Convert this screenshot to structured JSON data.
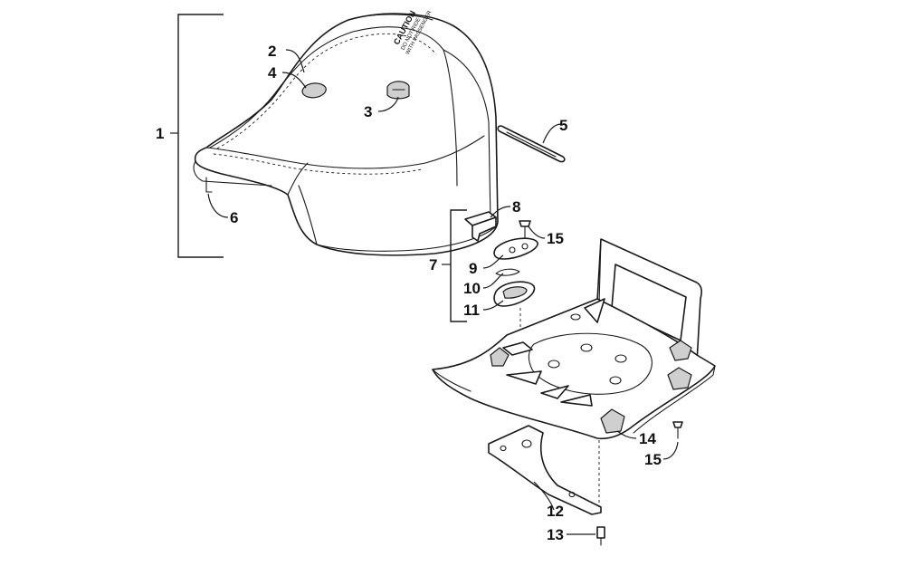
{
  "seat_decal": {
    "heading": "CAUTION",
    "line1": "DO NOT RIDE",
    "line2": "WITH PASSENGER"
  },
  "callouts": {
    "c1": "1",
    "c2": "2",
    "c3": "3",
    "c4": "4",
    "c5": "5",
    "c6": "6",
    "c7": "7",
    "c8": "8",
    "c9": "9",
    "c10": "10",
    "c11": "11",
    "c12": "12",
    "c13": "13",
    "c14": "14",
    "c15a": "15",
    "c15b": "15"
  },
  "colors": {
    "line": "#1a1a1a",
    "background": "#ffffff",
    "shade": "#cfcfcf"
  }
}
